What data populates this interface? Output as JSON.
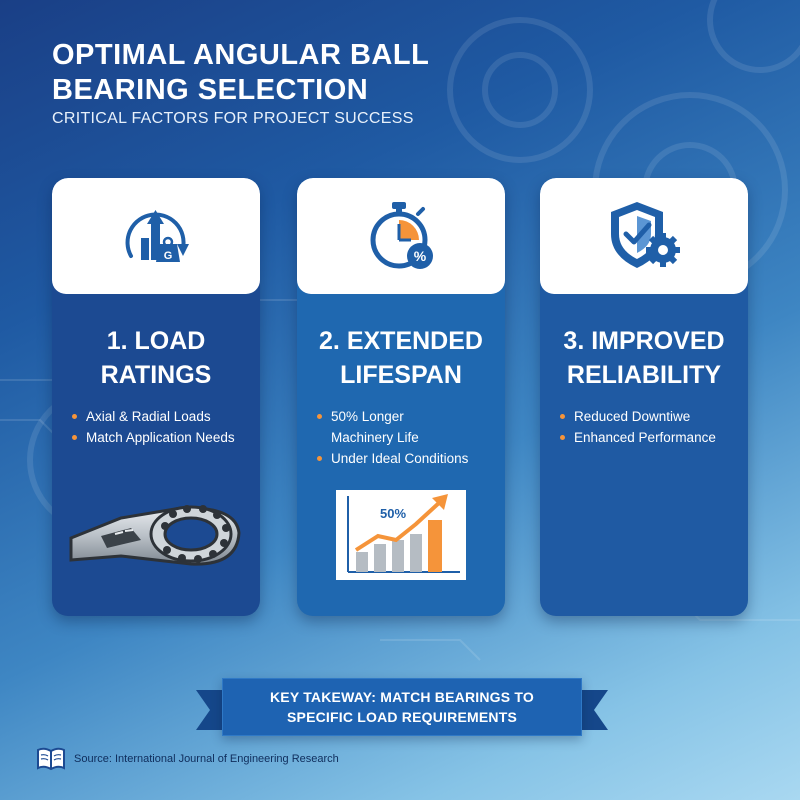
{
  "header": {
    "title": "OPTIMAL ANGULAR BALL BEARING SELECTION",
    "subtitle": "CRITICAL FACTORS FOR PROJECT SUCCESS"
  },
  "cards": [
    {
      "heading": "1. LOAD RATINGS",
      "icon": "load-weight-arrow-icon",
      "bullets": [
        "Axial & Radial Loads",
        "Match Application Needs"
      ],
      "illustration": "bearing-cross-section"
    },
    {
      "heading": "2. EXTENDED LIFESPAN",
      "icon": "stopwatch-percent-icon",
      "bullets": [
        "50% Longer Machinery Life",
        "Under Ideal Conditions"
      ],
      "illustration": "growth-bar-chart",
      "chart_label": "50%"
    },
    {
      "heading": "3. IMPROVED RELIABILITY",
      "icon": "shield-check-gear-icon",
      "bullets": [
        "Reduced Downtiwe",
        "Enhanced Performance"
      ]
    }
  ],
  "takeaway": {
    "line1": "KEY TAKEWAY: MATCH BEARINGS TO",
    "line2": "SPECIFIC LOAD REQUIREMENTS"
  },
  "source": {
    "text": "Source: International Journal of Engineering Research",
    "icon": "book-icon"
  },
  "colors": {
    "accent_orange": "#f5943a",
    "icon_blue": "#1f5fa8",
    "card_white": "#ffffff",
    "card_dark_blue": "#1c4a92"
  }
}
